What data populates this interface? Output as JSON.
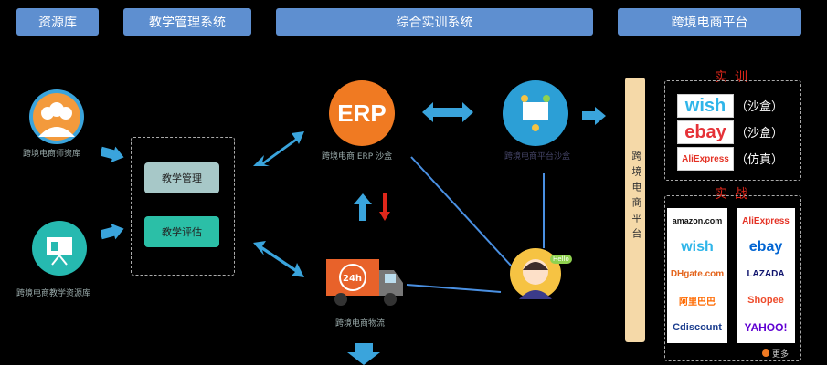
{
  "headers": [
    "资源库",
    "教学管理系统",
    "综合实训系统",
    "跨境电商平台"
  ],
  "left": {
    "top_label": "跨境电商师资库",
    "bottom_label": "跨境电商教学资源库"
  },
  "mid": {
    "btn1": "教学管理",
    "btn2": "教学评估"
  },
  "erp": {
    "logo": "ERP",
    "label": "跨境电商 ERP 沙盒"
  },
  "platform_icon": {
    "label": "跨境电商平台沙盒"
  },
  "logistics": {
    "badge": "24h",
    "label": "跨境电商物流"
  },
  "support": {
    "bubble": "Hello"
  },
  "vertical_label": "跨境电商平台",
  "sandbox": {
    "title": "实训",
    "rows": [
      {
        "logo": "wish",
        "note": "（沙盒）",
        "color": "#2fb5e9"
      },
      {
        "logo": "ebay",
        "note": "（沙盒）",
        "color": "#e53238"
      },
      {
        "logo": "AliExpress",
        "note": "（仿真）",
        "color": "#e43225"
      }
    ]
  },
  "live": {
    "title": "实战",
    "left": [
      {
        "text": "amazon.com",
        "color": "#111"
      },
      {
        "text": "wish",
        "color": "#2fb5e9"
      },
      {
        "text": "DHgate.com",
        "color": "#e4651d"
      },
      {
        "text": "阿里巴巴",
        "color": "#ff6a00"
      },
      {
        "text": "Cdiscount",
        "color": "#1c3e8f"
      }
    ],
    "right": [
      {
        "text": "AliExpress",
        "color": "#e43225"
      },
      {
        "text": "ebay",
        "color": "#0064d2"
      },
      {
        "text": "LAZADA",
        "color": "#0f136d"
      },
      {
        "text": "Shopee",
        "color": "#ee4d2d"
      },
      {
        "text": "YAHOO!",
        "color": "#6001d2"
      }
    ],
    "more": "更多"
  }
}
